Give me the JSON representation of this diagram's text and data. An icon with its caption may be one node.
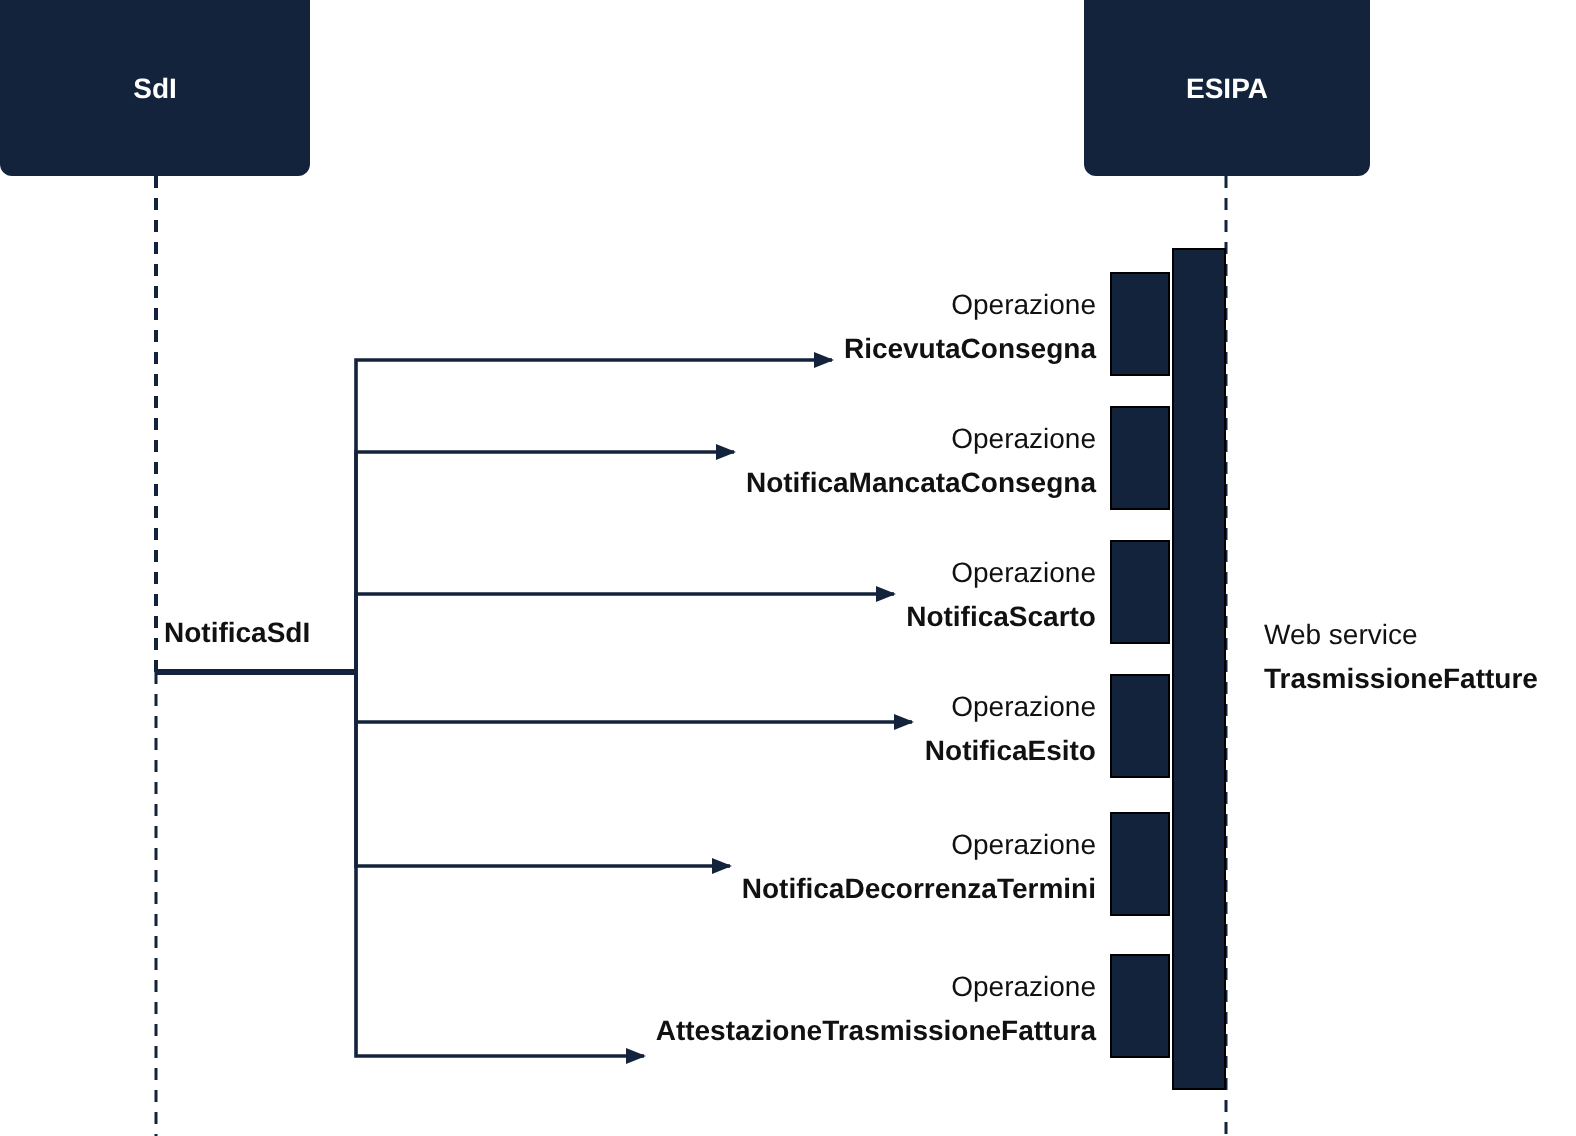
{
  "diagram": {
    "nodes": [
      {
        "text": [
          "SdI"
        ]
      },
      {
        "text": [
          "ESIPA"
        ]
      },
      {
        "text": [],
        "shape": "bar",
        "beside": [
          "Web service **TrasmissioneFatture**"
        ]
      },
      {
        "text": [
          "Operazione **RicevutaConsegna**"
        ]
      },
      {
        "text": [
          "Operazione **NotificaMancataConsegna**"
        ]
      },
      {
        "text": [
          "Operazione **NotificaScarto**"
        ]
      },
      {
        "text": [
          "Operazione **NotificaEsito**"
        ]
      },
      {
        "text": [
          "Operazione **NotificaDecorrenzaTermini**"
        ]
      },
      {
        "text": [
          "Operazione **AttestazioneTrasmissioneFattura**"
        ]
      }
    ],
    "edges": [
      {
        "from": 0,
        "to": 3,
        "arrow": "to"
      },
      {
        "from": 0,
        "to": 4,
        "arrow": "to"
      },
      {
        "from": 0,
        "to": 5,
        "arrow": "to"
      },
      {
        "from": 0,
        "to": 6,
        "arrow": "to"
      },
      {
        "from": 0,
        "to": 7,
        "arrow": "to"
      },
      {
        "from": 0,
        "to": 8,
        "arrow": "to"
      }
    ],
    "labels": [
      "NotificaSdI"
    ]
  }
}
